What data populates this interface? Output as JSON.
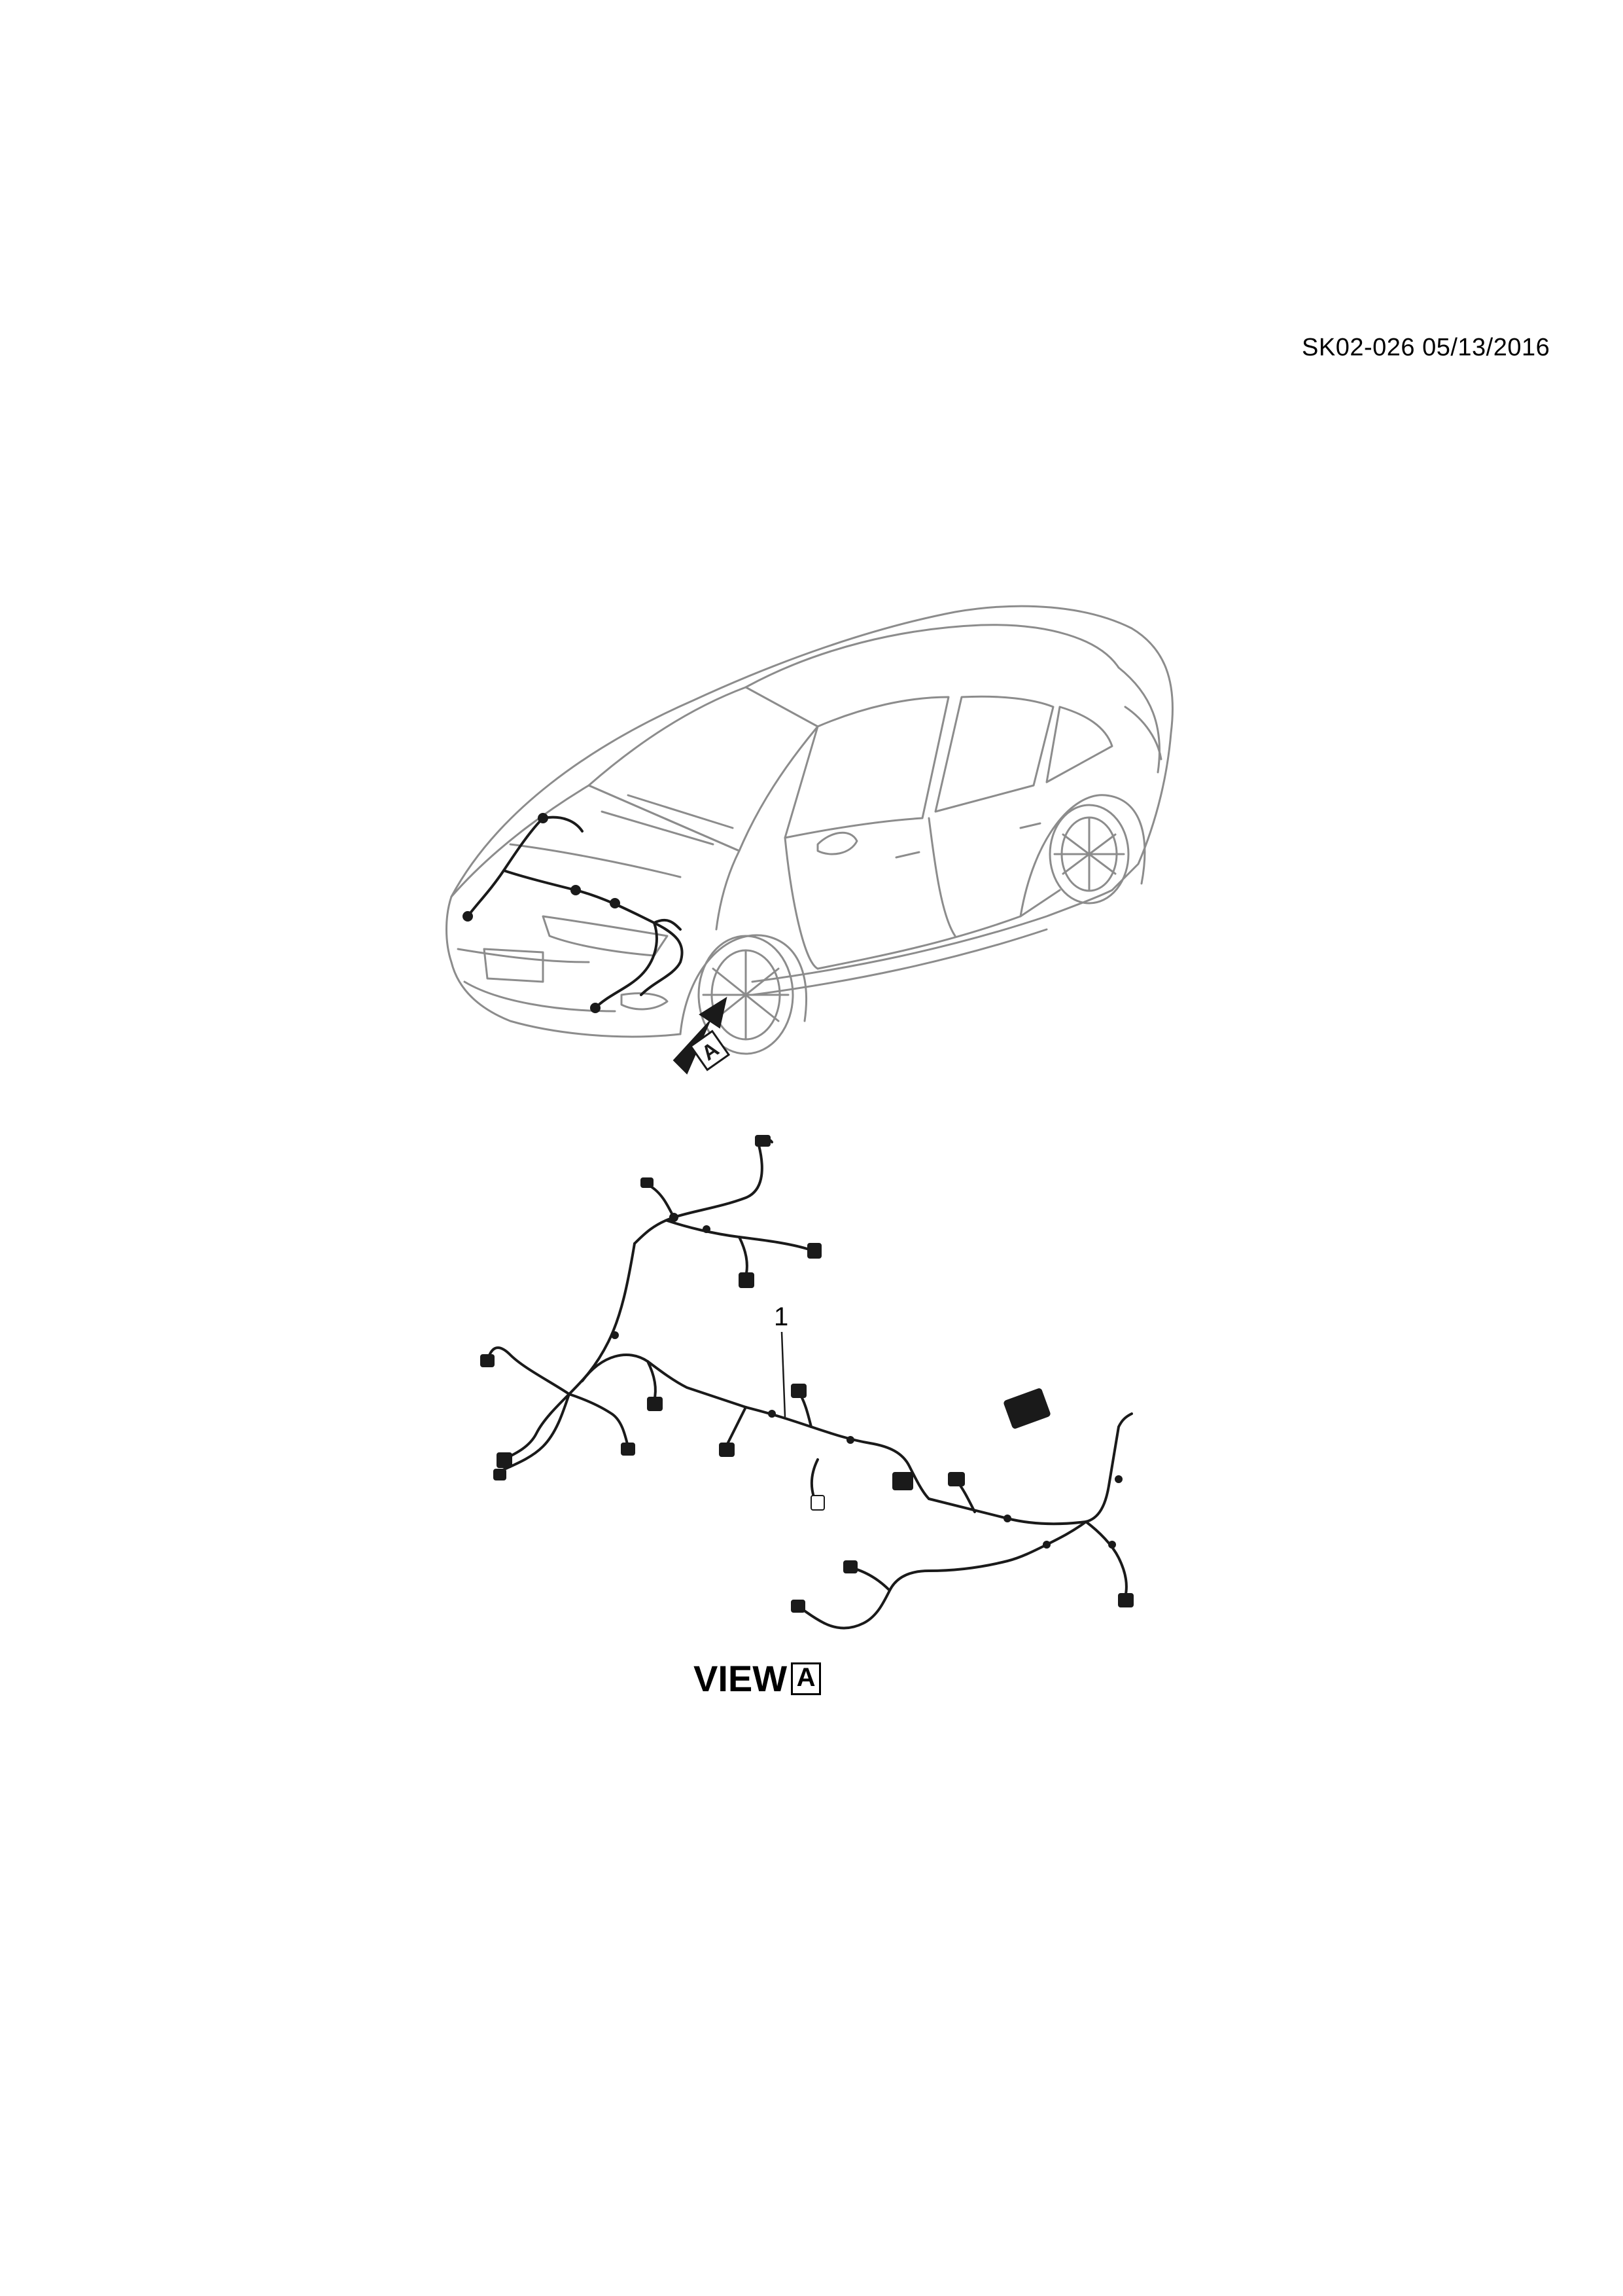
{
  "document": {
    "code": "SK02-026 05/13/2016"
  },
  "callouts": [
    {
      "number": "1",
      "part": "wiring harness"
    }
  ],
  "view": {
    "word": "VIEW",
    "letter": "A"
  },
  "arrow_marker": {
    "letter": "A"
  },
  "colors": {
    "car_outline": "#8c8c8c",
    "harness": "#1a1a1a",
    "background": "#ffffff"
  }
}
